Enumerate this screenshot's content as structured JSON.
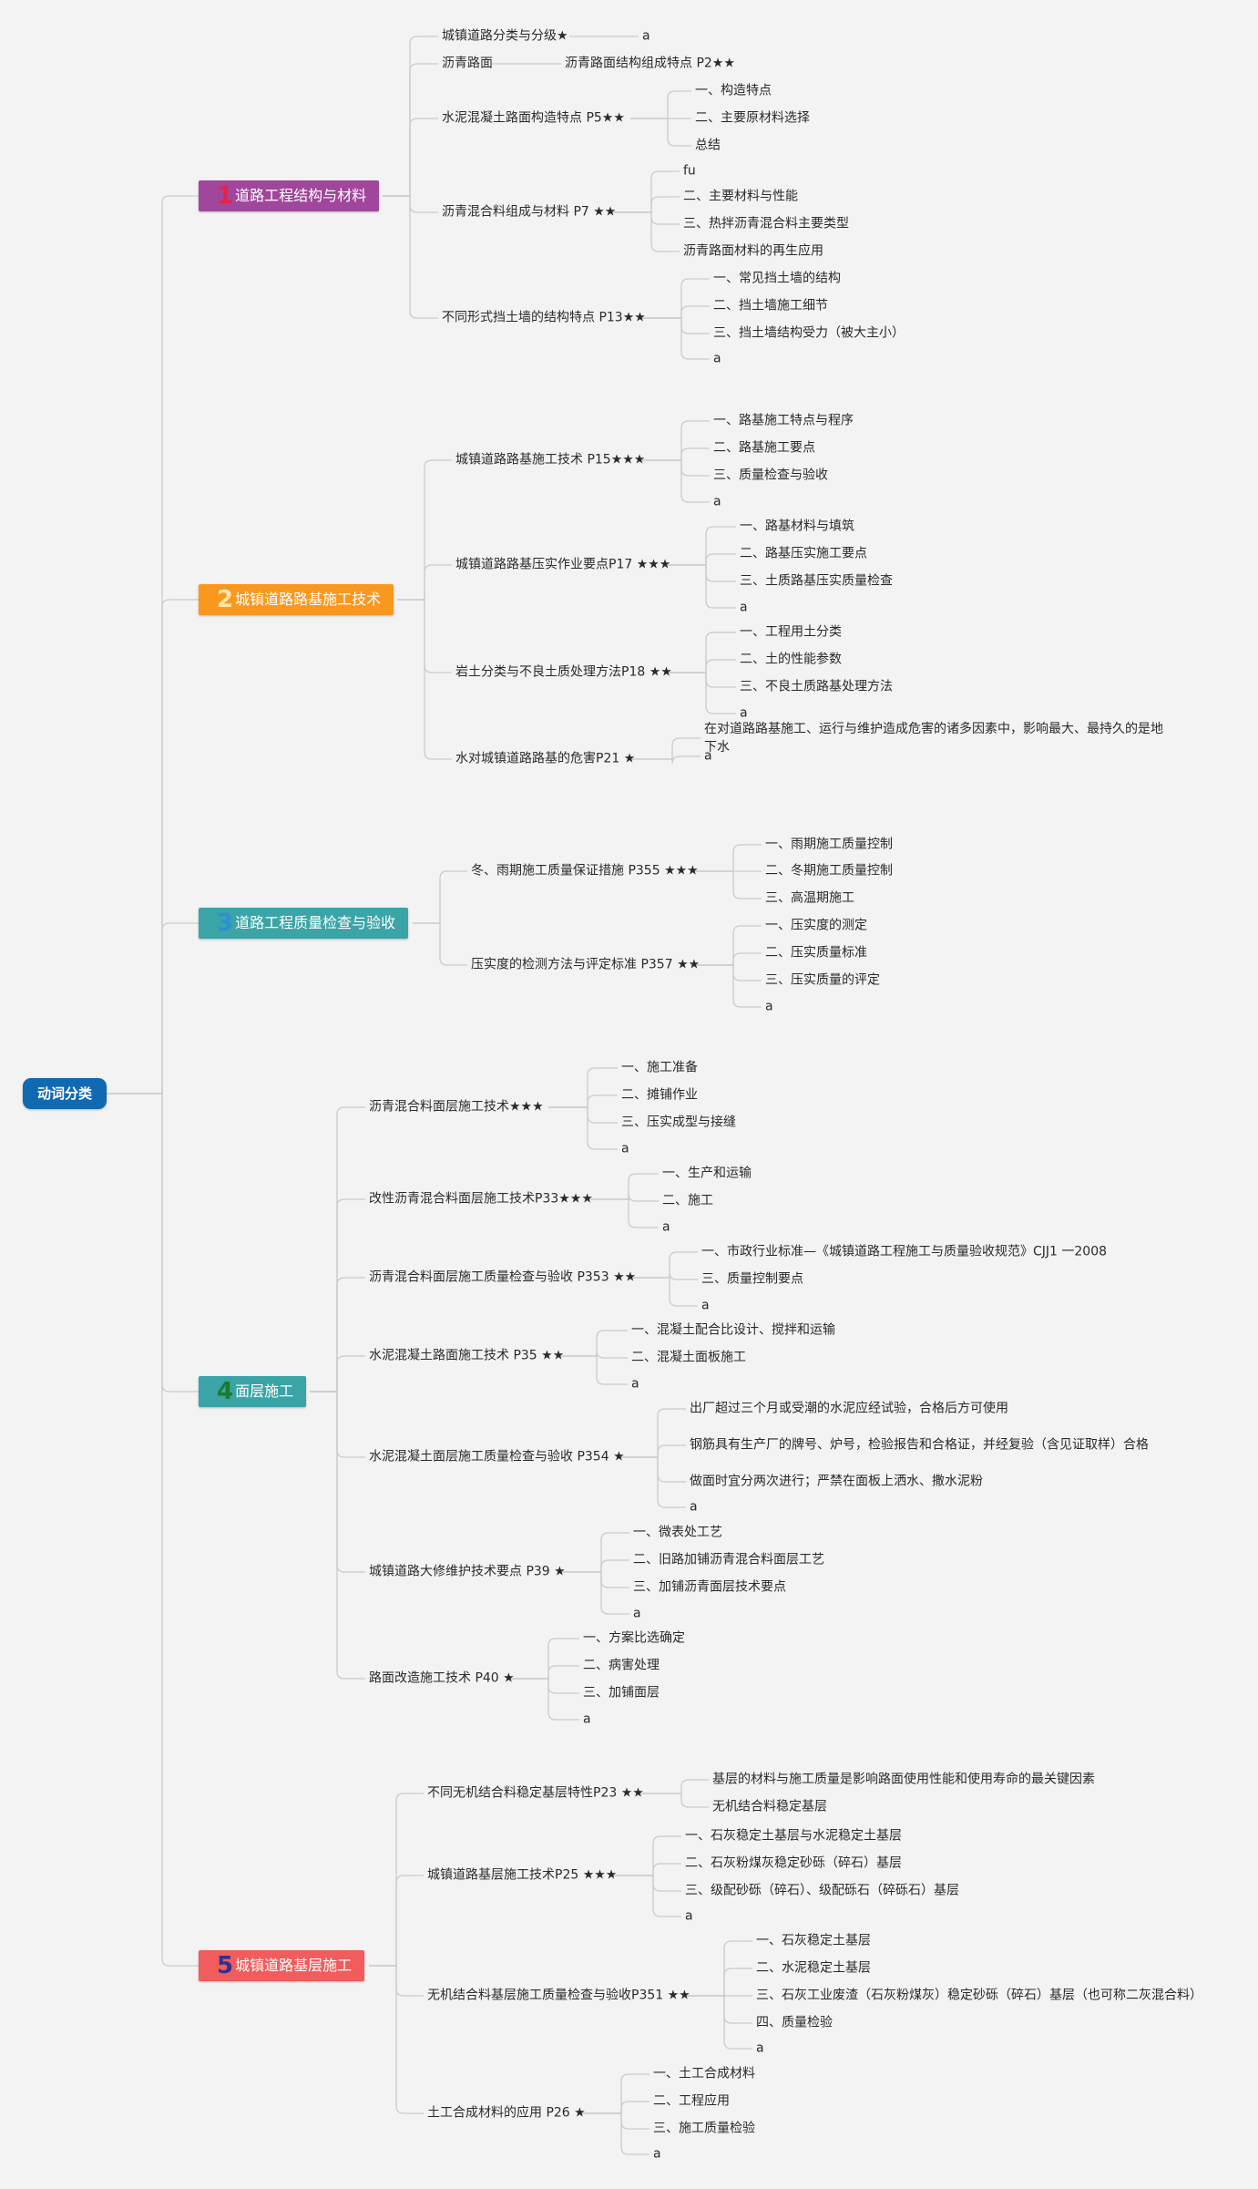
{
  "root": {
    "label": "动词分类"
  },
  "colors": {
    "line": "#c9cbcf",
    "root": "#1169b2",
    "branch1": "#a0469b",
    "branch1_num": "#e2234c",
    "branch2": "#f9981e",
    "branch2_num": "#fde7a9",
    "branch3": "#3aa4a6",
    "branch3_num": "#2d8fd6",
    "branch4": "#3aa4a6",
    "branch4_num": "#1b7a2e",
    "branch5": "#f15c5c",
    "branch5_num": "#2e3191"
  },
  "branches": [
    {
      "num": "1",
      "label": "道路工程结构与材料",
      "topics": [
        {
          "label": "城镇道路分类与分级★",
          "children": [
            "a"
          ]
        },
        {
          "label": "沥青路面",
          "children": [
            "沥青路面结构组成特点 P2★★"
          ]
        },
        {
          "label": "水泥混凝土路面构造特点 P5★★",
          "children": [
            "一、构造特点",
            "二、主要原材料选择",
            "总结"
          ]
        },
        {
          "label": "沥青混合料组成与材料 P7 ★★",
          "children": [
            "fu",
            "二、主要材料与性能",
            "三、热拌沥青混合料主要类型",
            "沥青路面材料的再生应用"
          ]
        },
        {
          "label": "不同形式挡土墙的结构特点 P13★★",
          "children": [
            "一、常见挡土墙的结构",
            "二、挡土墙施工细节",
            "三、挡土墙结构受力（被大主小）",
            "a"
          ]
        }
      ]
    },
    {
      "num": "2",
      "label": "城镇道路路基施工技术",
      "topics": [
        {
          "label": "城镇道路路基施工技术 P15★★★",
          "children": [
            "一、路基施工特点与程序",
            "二、路基施工要点",
            "三、质量检查与验收",
            "a"
          ]
        },
        {
          "label": "城镇道路路基压实作业要点P17 ★★★",
          "children": [
            "一、路基材料与填筑",
            "二、路基压实施工要点",
            "三、土质路基压实质量检查",
            "a"
          ]
        },
        {
          "label": "岩土分类与不良土质处理方法P18 ★★",
          "children": [
            "一、工程用土分类",
            "二、土的性能参数",
            "三、不良土质路基处理方法",
            "a"
          ]
        },
        {
          "label": "水对城镇道路路基的危害P21 ★",
          "children": [
            "在对道路路基施工、运行与维护造成危害的诸多因素中，影响最大、最持久的是地下水",
            "a"
          ]
        }
      ]
    },
    {
      "num": "3",
      "label": "道路工程质量检查与验收",
      "topics": [
        {
          "label": "冬、雨期施工质量保证措施 P355 ★★★",
          "children": [
            "一、雨期施工质量控制",
            "二、冬期施工质量控制",
            "三、高温期施工"
          ]
        },
        {
          "label": "压实度的检测方法与评定标准 P357 ★★",
          "children": [
            "一、压实度的测定",
            "二、压实质量标准",
            "三、压实质量的评定",
            "a"
          ]
        }
      ]
    },
    {
      "num": "4",
      "label": "面层施工",
      "topics": [
        {
          "label": "沥青混合料面层施工技术★★★",
          "children": [
            "一、施工准备",
            "二、摊铺作业",
            "三、压实成型与接缝",
            "a"
          ]
        },
        {
          "label": "改性沥青混合料面层施工技术P33★★★",
          "children": [
            "一、生产和运输",
            "二、施工",
            "a"
          ]
        },
        {
          "label": "沥青混合料面层施工质量检查与验收 P353 ★★",
          "children": [
            "一、市政行业标准—《城镇道路工程施工与质量验收规范》CJJ1 一2008",
            "三、质量控制要点",
            "a"
          ]
        },
        {
          "label": "水泥混凝土路面施工技术 P35 ★★",
          "children": [
            "一、混凝土配合比设计、搅拌和运输",
            "二、混凝土面板施工",
            "a"
          ]
        },
        {
          "label": "水泥混凝土面层施工质量检查与验收 P354 ★",
          "children": [
            "出厂超过三个月或受潮的水泥应经试验，合格后方可使用",
            "钢筋具有生产厂的牌号、炉号，检验报告和合格证，并经复验（含见证取样）合格",
            "做面时宜分两次进行；严禁在面板上洒水、撒水泥粉",
            "a"
          ]
        },
        {
          "label": "城镇道路大修维护技术要点 P39 ★",
          "children": [
            "一、微表处工艺",
            "二、旧路加铺沥青混合料面层工艺",
            "三、加铺沥青面层技术要点",
            "a"
          ]
        },
        {
          "label": "路面改造施工技术 P40 ★",
          "children": [
            "一、方案比选确定",
            "二、病害处理",
            "三、加铺面层",
            "a"
          ]
        }
      ]
    },
    {
      "num": "5",
      "label": "城镇道路基层施工",
      "topics": [
        {
          "label": "不同无机结合料稳定基层特性P23 ★★",
          "children": [
            "基层的材料与施工质量是影响路面使用性能和使用寿命的最关键因素",
            "无机结合料稳定基层"
          ]
        },
        {
          "label": "城镇道路基层施工技术P25 ★★★",
          "children": [
            "一、石灰稳定土基层与水泥稳定土基层",
            "二、石灰粉煤灰稳定砂砾（碎石）基层",
            "三、级配砂砾（碎石）、级配砾石（碎砾石）基层",
            "a"
          ]
        },
        {
          "label": "无机结合料基层施工质量检查与验收P351 ★★",
          "children": [
            "一、石灰稳定土基层",
            "二、水泥稳定土基层",
            "三、石灰工业废渣（石灰粉煤灰）稳定砂砾（碎石）基层（也可称二灰混合料）",
            "四、质量检验",
            "a"
          ]
        },
        {
          "label": "土工合成材料的应用 P26 ★",
          "children": [
            "一、土工合成材料",
            "二、工程应用",
            "三、施工质量检验",
            "a"
          ]
        }
      ]
    }
  ]
}
